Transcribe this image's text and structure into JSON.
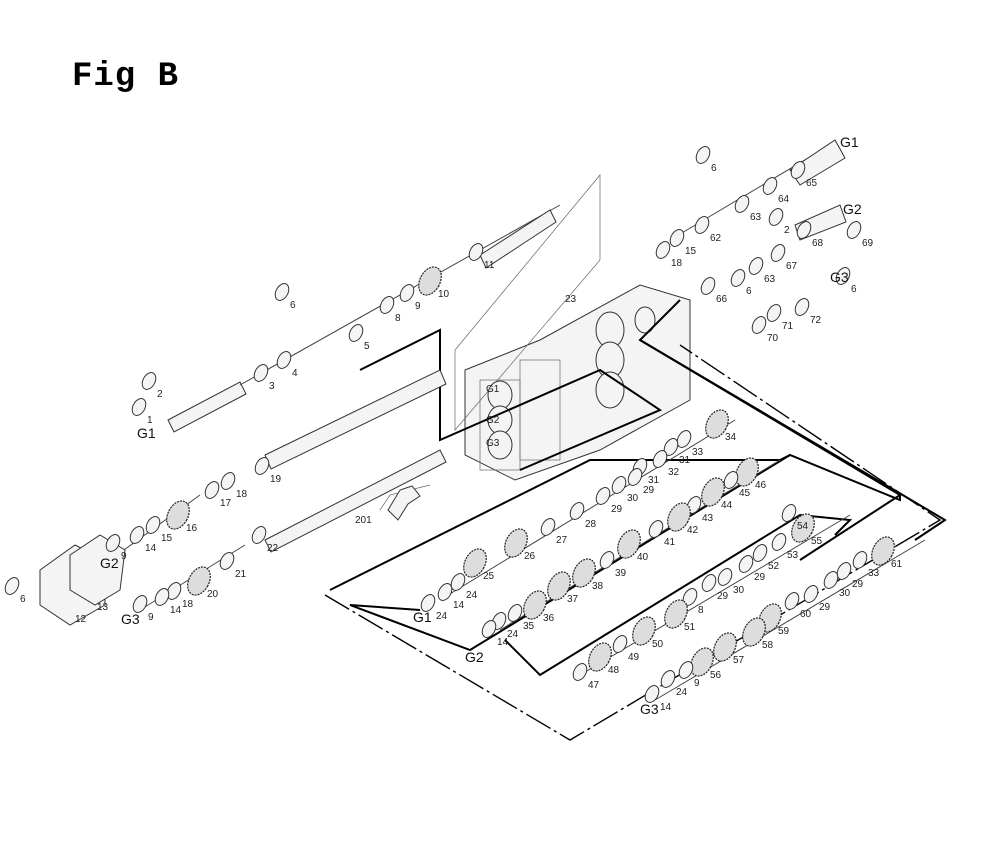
{
  "title": "Fig B",
  "callouts": [
    "G1",
    "65",
    "64",
    "6",
    "63",
    "62",
    "G2",
    "2",
    "68",
    "69",
    "67",
    "15",
    "18",
    "63",
    "6",
    "66",
    "G3",
    "6",
    "72",
    "71",
    "70",
    "11",
    "10",
    "9",
    "8",
    "23",
    "6",
    "5",
    "4",
    "3",
    "2",
    "1",
    "G1",
    "G1",
    "G2",
    "G3",
    "19",
    "18",
    "17",
    "16",
    "15",
    "14",
    "9",
    "G2",
    "6",
    "12",
    "13",
    "22",
    "21",
    "20",
    "18",
    "14",
    "9",
    "G3",
    "201",
    "34",
    "33",
    "31",
    "32",
    "31",
    "29",
    "30",
    "29",
    "28",
    "27",
    "26",
    "25",
    "24",
    "14",
    "G1",
    "24",
    "46",
    "45",
    "44",
    "43",
    "42",
    "41",
    "40",
    "39",
    "38",
    "37",
    "36",
    "35",
    "24",
    "14",
    "G2",
    "55",
    "54",
    "53",
    "52",
    "29",
    "30",
    "29",
    "8",
    "51",
    "50",
    "49",
    "48",
    "47",
    "61",
    "33",
    "29",
    "30",
    "29",
    "60",
    "59",
    "58",
    "57",
    "56",
    "9",
    "24",
    "14",
    "G3"
  ]
}
